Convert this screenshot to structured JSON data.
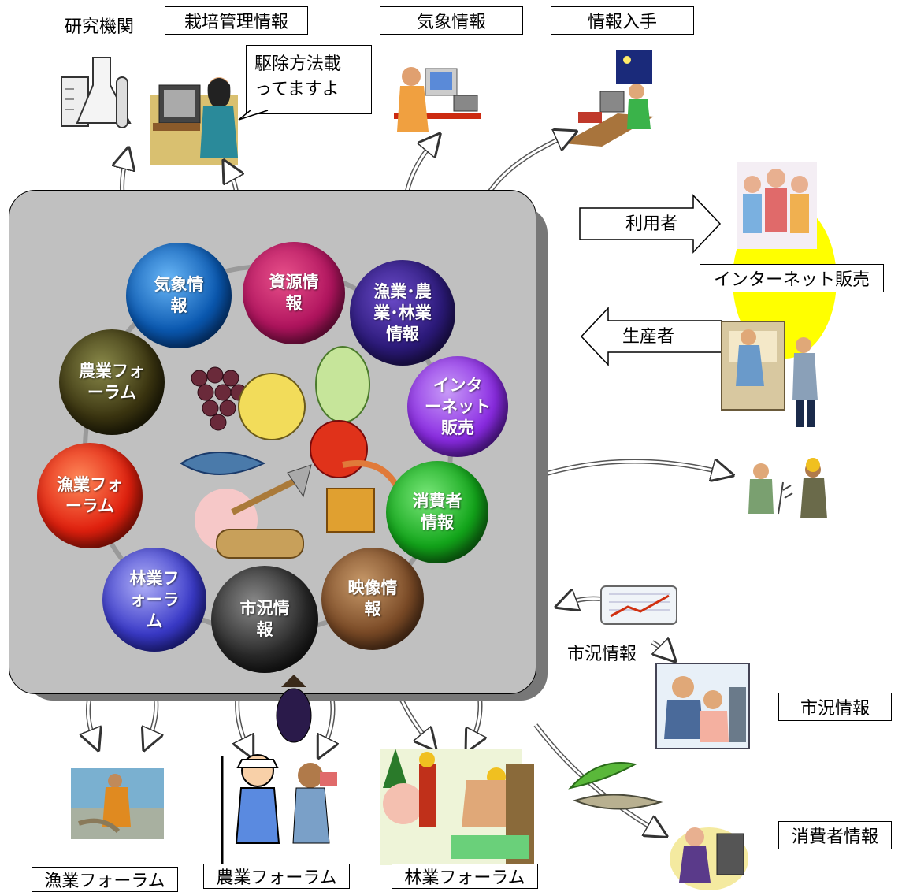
{
  "top_labels": {
    "research": "研究機関",
    "cultivation": "栽培管理情報",
    "weather": "気象情報",
    "obtain_info": "情報入手"
  },
  "speech_bubble": "駆除方法載\nってますよ",
  "orbs": [
    {
      "key": "resource",
      "label": "資源情報",
      "text": "資源情\n報",
      "color": "#b0145e"
    },
    {
      "key": "fish-agri-forest",
      "label": "漁業･農業･林業情報",
      "text": "漁業･農\n業･林業\n情報",
      "color": "#2c1a7a"
    },
    {
      "key": "internet",
      "label": "インターネット販売",
      "text": "インタ\nーネット\n販売",
      "color": "#8a2be2"
    },
    {
      "key": "consumer",
      "label": "消費者情報",
      "text": "消費者\n情報",
      "color": "#12a51a"
    },
    {
      "key": "video",
      "label": "映像情報",
      "text": "映像情\n報",
      "color": "#7a4a26"
    },
    {
      "key": "market",
      "label": "市況情報",
      "text": "市況情\n報",
      "color": "#2a2a2a"
    },
    {
      "key": "forestry-forum",
      "label": "林業フォーラム",
      "text": "林業フ\nォーラ\nム",
      "color": "#3a3ac8"
    },
    {
      "key": "fishery-forum",
      "label": "漁業フォーラム",
      "text": "漁業フォ\nーラム",
      "color": "#e0200e"
    },
    {
      "key": "agri-forum",
      "label": "農業フォーラム",
      "text": "農業フォ\nーラム",
      "color": "#3a3410"
    },
    {
      "key": "weather",
      "label": "気象情報",
      "text": "気象情\n報",
      "color": "#0a58b0"
    }
  ],
  "right_side": {
    "user_arrow": "利用者",
    "producer_arrow": "生産者",
    "internet_sales": "インターネット販売",
    "market_caption": "市況情報",
    "market_box": "市況情報",
    "consumer_box": "消費者情報"
  },
  "bottom_labels": {
    "fishery": "漁業フォーラム",
    "agriculture": "農業フォーラム",
    "forestry": "林業フォーラム"
  },
  "colors": {
    "panel": "#c0c0c0",
    "panel_shadow": "#777777",
    "sun": "#ffff00"
  }
}
